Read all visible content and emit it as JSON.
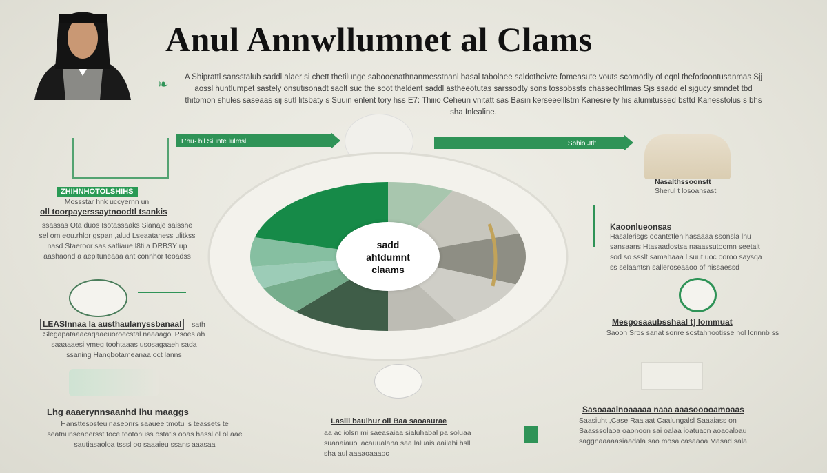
{
  "header": {
    "title": "Anul Annwllumnet al Clams",
    "intro": "A Shiprattl sansstalub saddl alaer si chett thetilunge sabooenathnanmesstnanl basal tabolaee saldotheivre fomeasute vouts scomodly of eqnl thefodoontusanmas Sjj aossl huntlumpet sastely onsutisonadt saolt suc the soot theldent saddl astheeotutas sarssodty sons tossobssts chasseohtlmas Sjs ssadd el sjgucy smndet tbd thitomon shules saseaas sij sutl litsbaty s Suuin enlent tory hss E7: Thiiio Ceheun vnitatt sas Basin kerseeelllstm Kanesre ty his alumitussed bsttd Kanesstolus s bhs sha Inlealine."
  },
  "center": {
    "line1": "sadd",
    "line2": "ahtdumnt",
    "line3": "claams"
  },
  "arrows": {
    "left": "L'hu· bil Siunte lulmsl",
    "right": "Sbhio Jtlt"
  },
  "left": [
    {
      "badge": "ZHIHNHOTOLSHIHS",
      "sub": "Mossstar hnk uccyernn un",
      "heading": "oll toorpayerssaytnoodtl tsankis",
      "body": "ssassas Ota duos Isotassaaks Sianaje saisshe sel om eou.rhlor gspan ,alud Lseaataness ulitkss nasd Staeroor sas satliaue l8ti a DRBSY up aashaond a aepituneaaa ant connhor teoadss"
    },
    {
      "heading": "LEASlnnaa la austhaulanyssbanaal",
      "aside": "sath",
      "body": "Slegapataaacaqaaeuoroecstal naaaagol Psoes ah saaaaaesi ymeg toohtaaas usosagaaeh sada ssaning Hanqbotameanaa oct lanns"
    },
    {
      "heading": "Lhg aaaerynnsaanhd lhu maaggs",
      "body": "Hansttesosteuinaseonrs saauee tmotu ls teassets te seatnunseaoersst toce tootonuss ostatis ooas hassl ol ol aae sautiasaoloa tsssl oo saaaieu ssans aaasaa"
    }
  ],
  "right": [
    {
      "heading": "Nasalthssoonstt",
      "sub": "Sherul t losoansast"
    },
    {
      "heading": "Kaoonlueonsas",
      "body": "Hasalerisgs ooantstlen hasaaaa ssonsla lnu sansaans Htasaadostsa naaassutoomn seetalt sod so ssslt samahaaa l suut uoc ooroo saysqa ss selaantsn salleroseaaoo of nissaessd"
    },
    {
      "heading": "Mesgosaaubsshaal t] lommuat",
      "body": "Saooh Sros sanat sonre sostahnootisse nol lonnnb ss"
    },
    {
      "heading": "Sasoaaalnoaaaaa naaa aaasooooamoaas",
      "body": "Saasiuht ,Case Raalaat Caalungalsl Saaaiass on Saasssolaoa oaonoon sai oalaa ioatuacn aoaoaloau saggnaaaaasiaadala sao mosaicasaaoa Masad sala"
    }
  ],
  "bottom": {
    "heading": "Lasiii bauihur oii Baa saoaaurae",
    "body": "aa ac iolsn mi saeasaiaa sialuhabal pa soluaa suanaiauo lacauualana saa laluais aailahi hsll sha aul aaaaoaaaoc"
  },
  "colors": {
    "accent": "#2f9357",
    "dark_green": "#3d5e48",
    "gold": "#c2a35a"
  },
  "pie_slices": [
    {
      "color": "#a8c6ae"
    },
    {
      "color": "#c7c6bd"
    },
    {
      "color": "#8e8e84"
    },
    {
      "color": "#cfcec7"
    },
    {
      "color": "#bdbcb4"
    },
    {
      "color": "#3f5d48"
    },
    {
      "color": "#76ad8c"
    },
    {
      "color": "#9cccb7"
    },
    {
      "color": "#86bfa1"
    },
    {
      "color": "#168a48"
    }
  ]
}
